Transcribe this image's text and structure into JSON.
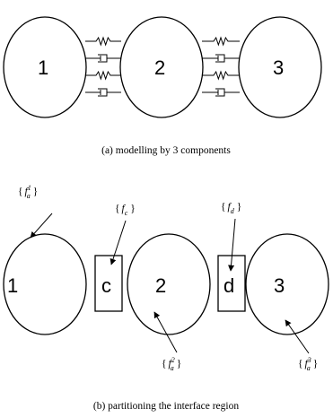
{
  "panel_a": {
    "components": [
      {
        "label": "1"
      },
      {
        "label": "2"
      },
      {
        "label": "3"
      }
    ],
    "caption": "(a) modelling by 3 components"
  },
  "panel_b": {
    "regions": [
      {
        "label": "1"
      },
      {
        "label": "c"
      },
      {
        "label": "2"
      },
      {
        "label": "d"
      },
      {
        "label": "3"
      }
    ],
    "force_labels": [
      {
        "base": "f",
        "sub": "a",
        "sup": "1",
        "open": "{",
        "close": "}"
      },
      {
        "base": "f",
        "sub": "c",
        "sup": "",
        "open": "{",
        "close": "}"
      },
      {
        "base": "f",
        "sub": "d",
        "sup": "",
        "open": "{",
        "close": "}"
      },
      {
        "base": "f",
        "sub": "a",
        "sup": "2",
        "open": "{",
        "close": "}"
      },
      {
        "base": "f",
        "sub": "a",
        "sup": "3",
        "open": "{",
        "close": "}"
      }
    ],
    "caption": "(b) partitioning the interface region"
  }
}
